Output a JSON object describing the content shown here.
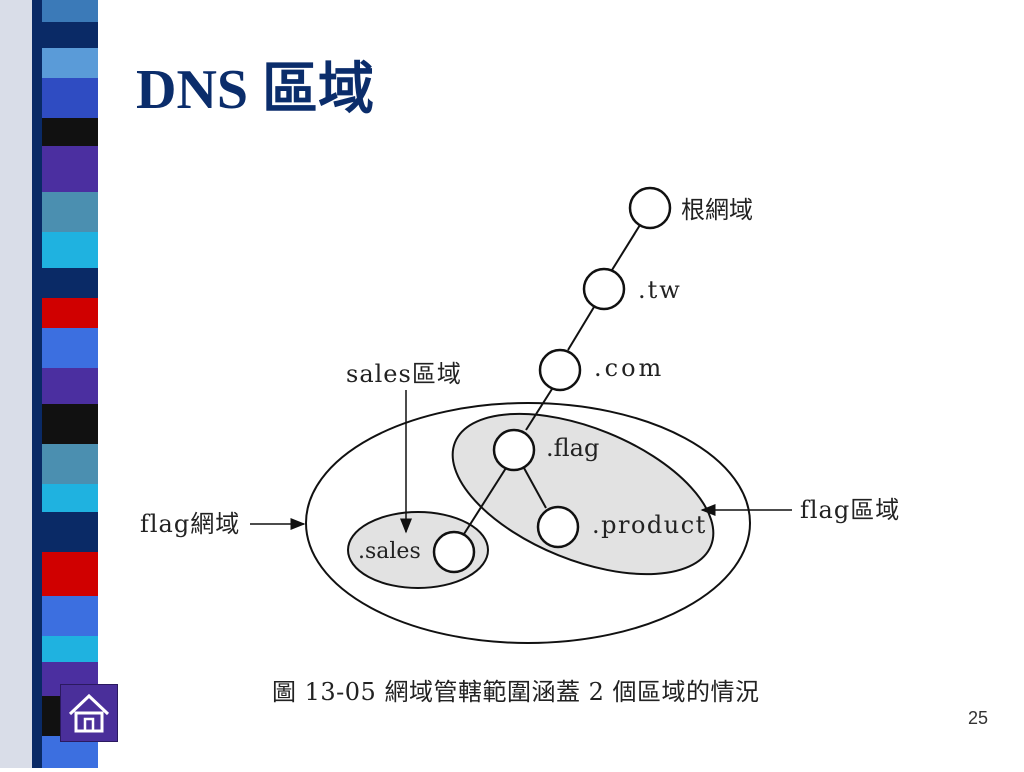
{
  "slide": {
    "title": "DNS 區域",
    "caption": "圖 13-05 網域管轄範圍涵蓋 2 個區域的情況",
    "page_number": "25",
    "accent_color": "#0b2d6b"
  },
  "diagram": {
    "nodes": [
      {
        "id": "root",
        "label": "根網域"
      },
      {
        "id": "tw",
        "label": ".tw"
      },
      {
        "id": "com",
        "label": ".com"
      },
      {
        "id": "flag",
        "label": ".flag"
      },
      {
        "id": "product",
        "label": ".product"
      },
      {
        "id": "sales",
        "label": ".sales"
      }
    ],
    "edges": [
      [
        "root",
        "tw"
      ],
      [
        "tw",
        "com"
      ],
      [
        "com",
        "flag"
      ],
      [
        "flag",
        "product"
      ],
      [
        "flag",
        "sales"
      ]
    ],
    "callouts": {
      "sales_zone": "sales區域",
      "flag_domain": "flag網域",
      "flag_zone": "flag區域"
    }
  },
  "icons": {
    "home": "home-icon"
  }
}
